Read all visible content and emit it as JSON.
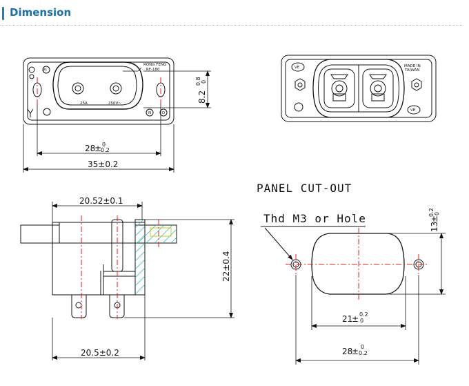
{
  "header": {
    "title": "Dimension"
  },
  "front_view": {
    "brand_line1": "RONG FENG",
    "brand_line2": "RF-180",
    "rating_current": "25A",
    "rating_voltage": "250V~",
    "mark_fi": "FI",
    "mark_n": "N",
    "mark_d": "D",
    "dim_height_value": "8.2",
    "dim_height_tol_upper": "0.8",
    "dim_height_tol_lower": "0",
    "dim_hole_spacing_value": "28",
    "dim_hole_spacing_tol_upper": "0",
    "dim_hole_spacing_tol_lower": "0.2",
    "dim_width": "35±0.2"
  },
  "back_view": {
    "made_line1": "MADE IN",
    "made_line2": "TAIWAN",
    "mark_ul": "VE",
    "mark_vde": "VE"
  },
  "side_view": {
    "dim_top": "20.52±0.1",
    "dim_bottom": "20.5±0.2",
    "dim_height": "22±0.4"
  },
  "cutout": {
    "title": "PANEL CUT-OUT",
    "thread_label": "Thd M3 or Hole",
    "dim_height_value": "13",
    "dim_height_tol_upper": "0.2",
    "dim_height_tol_lower": "0",
    "dim_inner_value": "21",
    "dim_inner_tol_upper": "0.2",
    "dim_inner_tol_lower": "0",
    "dim_outer_value": "28",
    "dim_outer_tol_upper": "0",
    "dim_outer_tol_lower": "0.2"
  }
}
